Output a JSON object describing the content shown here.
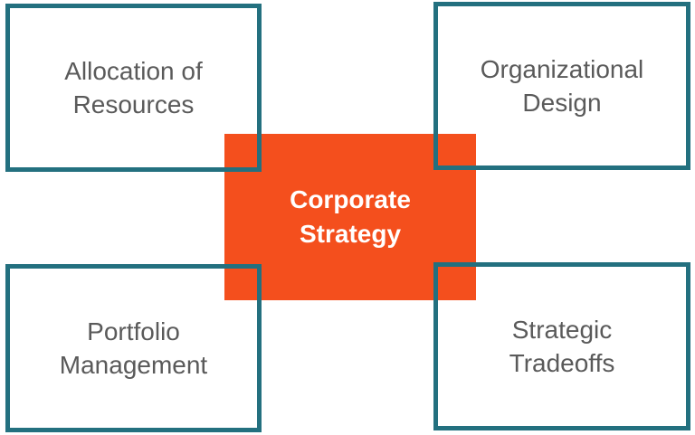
{
  "center": {
    "label": "Corporate\nStrategy"
  },
  "quadrants": {
    "top_left": "Allocation of\nResources",
    "top_right": "Organizational\nDesign",
    "bottom_left": "Portfolio\nManagement",
    "bottom_right": "Strategic\nTradeoffs"
  },
  "colors": {
    "center_fill": "#f44f1d",
    "border": "#23707f",
    "text": "#5a5a5a",
    "center_text": "#ffffff"
  }
}
